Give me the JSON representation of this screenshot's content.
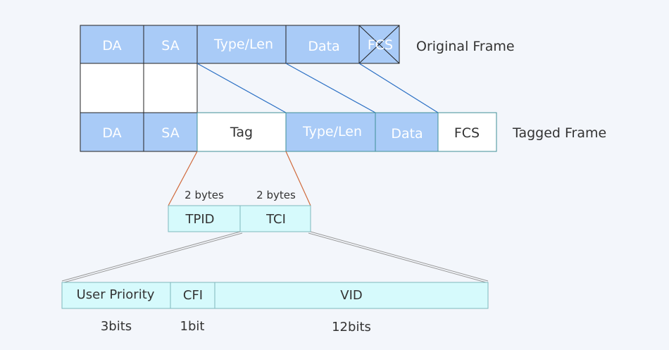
{
  "original_frame": {
    "label": "Original Frame",
    "fields": [
      {
        "key": "da",
        "text": "DA"
      },
      {
        "key": "sa",
        "text": "SA"
      },
      {
        "key": "typelen",
        "text": "Type/Len"
      },
      {
        "key": "data",
        "text": "Data"
      },
      {
        "key": "fcs",
        "text": "FCS"
      }
    ]
  },
  "tagged_frame": {
    "label": "Tagged Frame",
    "fields": [
      {
        "key": "da",
        "text": "DA"
      },
      {
        "key": "sa",
        "text": "SA"
      },
      {
        "key": "tag",
        "text": "Tag"
      },
      {
        "key": "typelen",
        "text": "Type/Len"
      },
      {
        "key": "data",
        "text": "Data"
      },
      {
        "key": "fcs",
        "text": "FCS"
      }
    ]
  },
  "tag_fields": [
    {
      "key": "tpid",
      "text": "TPID",
      "size": "2 bytes"
    },
    {
      "key": "tci",
      "text": "TCI",
      "size": "2 bytes"
    }
  ],
  "tci_fields": [
    {
      "key": "user-priority",
      "text": "User Priority",
      "size": "3bits"
    },
    {
      "key": "cfi",
      "text": "CFI",
      "size": "1bit"
    },
    {
      "key": "vid",
      "text": "VID",
      "size": "12bits"
    }
  ],
  "colors": {
    "blue_fill": "#a9cbf7",
    "cyan_fill": "#d6fafc",
    "white_fill": "#ffffff",
    "teal_border": "#3f8f97",
    "dark_border": "#222222",
    "blue_line": "#2a6fc4",
    "orange_line": "#d06a3c",
    "gray_line": "#9a9a9a",
    "label_text": "#333333",
    "cell_text_light": "#ffffff"
  }
}
